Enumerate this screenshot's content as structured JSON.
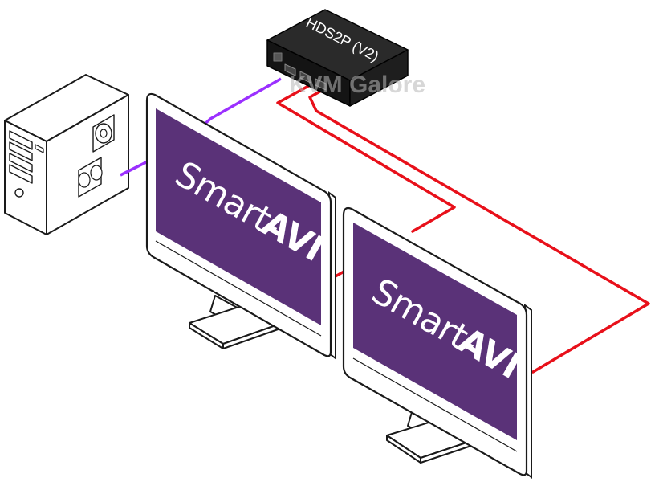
{
  "device": {
    "label": "HDS2P (V2)"
  },
  "monitors": [
    {
      "brand_text": "Smart-",
      "brand_logo": "AVI"
    },
    {
      "brand_text": "Smart-",
      "brand_logo": "AVI"
    }
  ],
  "watermark": {
    "text": "KVM Galore"
  },
  "colors": {
    "screen": "#5a3278",
    "video_cable_in": "#9b30ff",
    "video_cable_out": "#e8101a",
    "device_body": "#1e1e1e",
    "outline": "#1a1a1a"
  }
}
